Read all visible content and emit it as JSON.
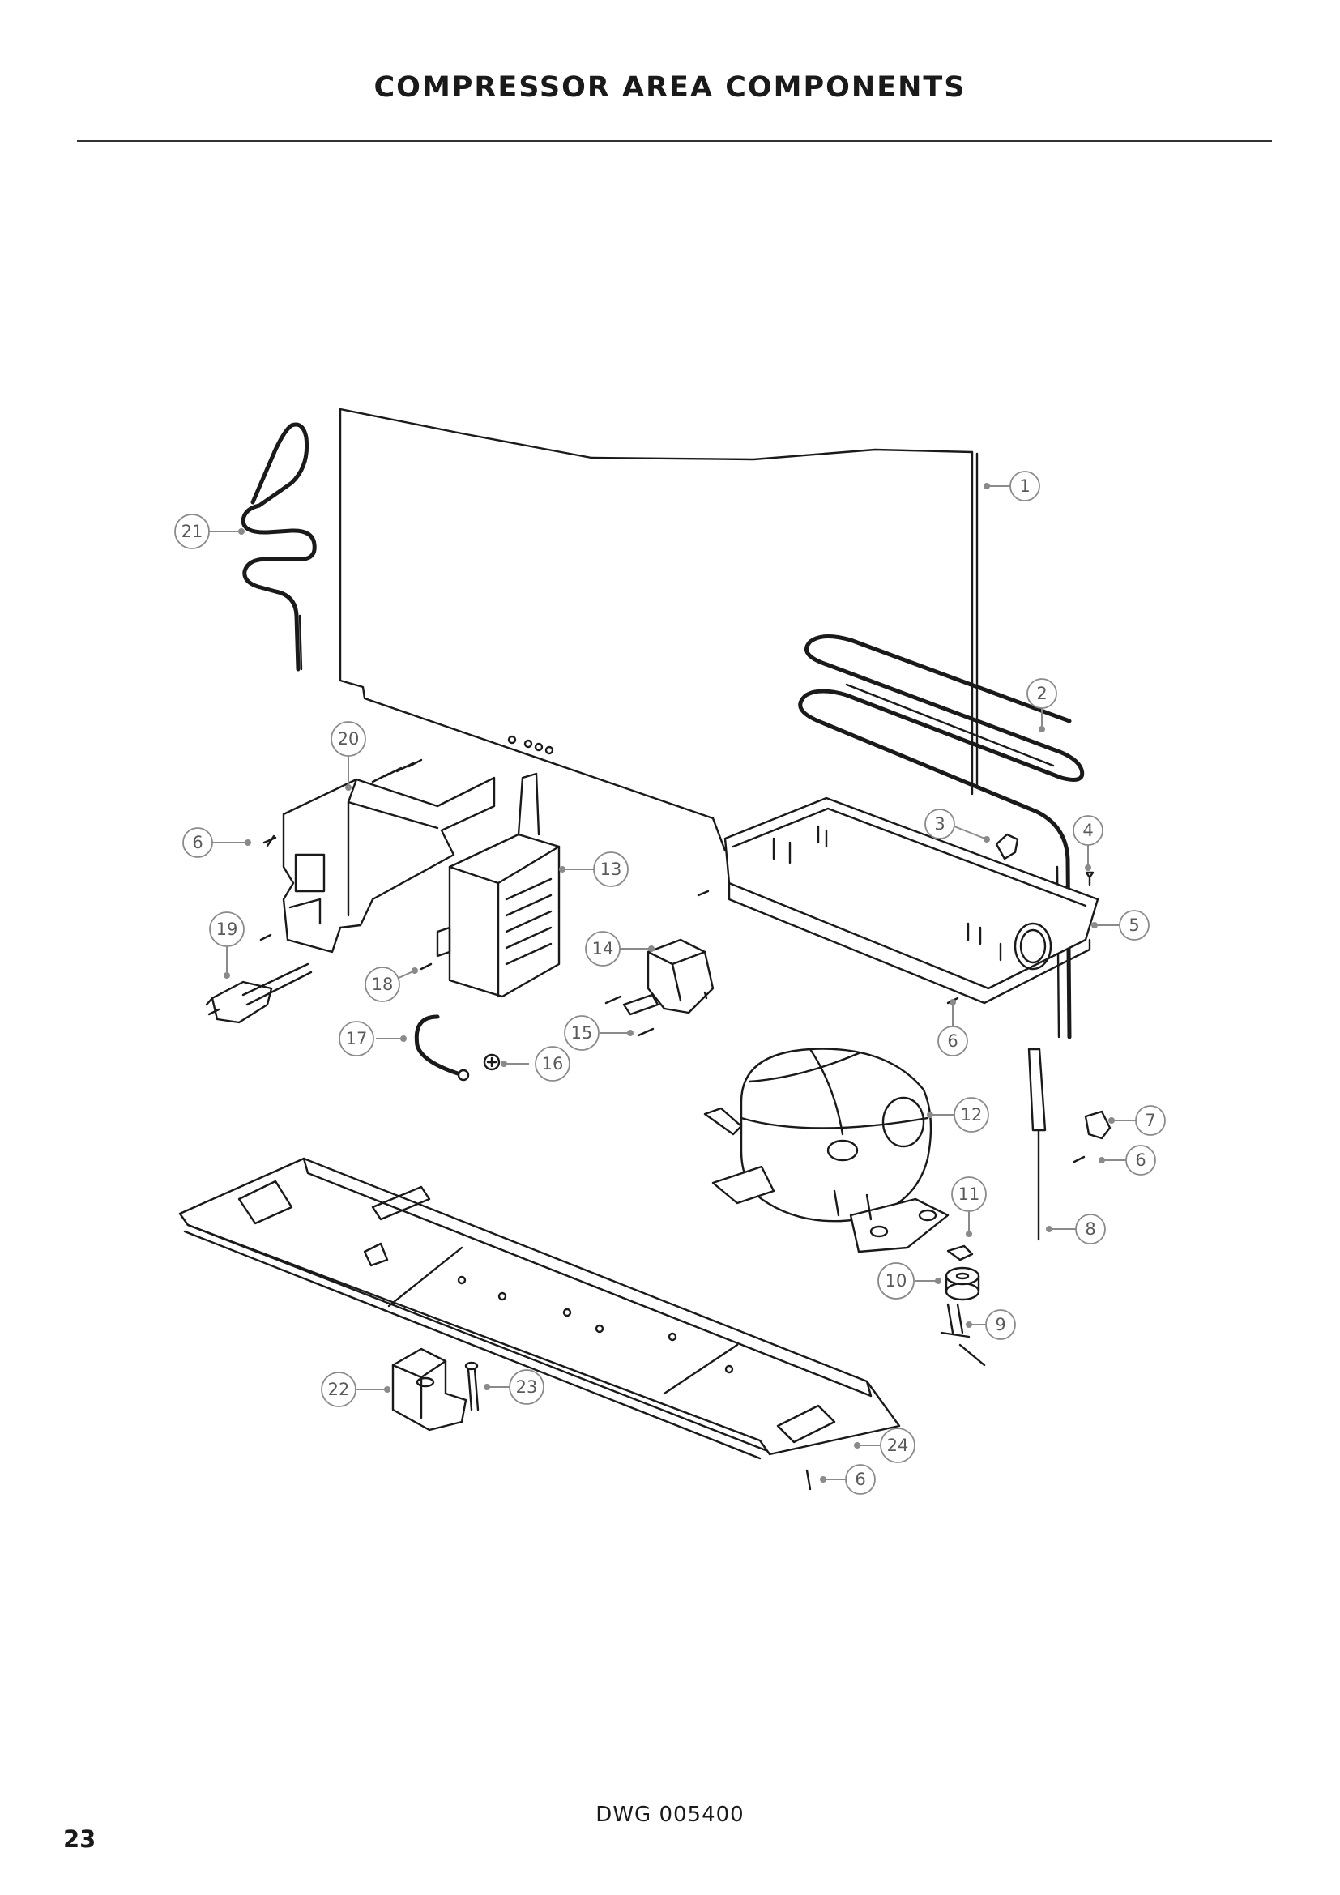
{
  "page": {
    "title": "COMPRESSOR AREA COMPONENTS",
    "drawing_number": "DWG 005400",
    "page_number": "23"
  },
  "callouts": [
    {
      "id": "c1",
      "label": "1"
    },
    {
      "id": "c2",
      "label": "2"
    },
    {
      "id": "c3",
      "label": "3"
    },
    {
      "id": "c4",
      "label": "4"
    },
    {
      "id": "c5",
      "label": "5"
    },
    {
      "id": "c6a",
      "label": "6"
    },
    {
      "id": "c6b",
      "label": "6"
    },
    {
      "id": "c6c",
      "label": "6"
    },
    {
      "id": "c6d",
      "label": "6"
    },
    {
      "id": "c7",
      "label": "7"
    },
    {
      "id": "c8",
      "label": "8"
    },
    {
      "id": "c9",
      "label": "9"
    },
    {
      "id": "c10",
      "label": "10"
    },
    {
      "id": "c11",
      "label": "11"
    },
    {
      "id": "c12",
      "label": "12"
    },
    {
      "id": "c13",
      "label": "13"
    },
    {
      "id": "c14",
      "label": "14"
    },
    {
      "id": "c15",
      "label": "15"
    },
    {
      "id": "c16",
      "label": "16"
    },
    {
      "id": "c17",
      "label": "17"
    },
    {
      "id": "c18",
      "label": "18"
    },
    {
      "id": "c19",
      "label": "19"
    },
    {
      "id": "c20",
      "label": "20"
    },
    {
      "id": "c21",
      "label": "21"
    },
    {
      "id": "c22",
      "label": "22"
    },
    {
      "id": "c23",
      "label": "23"
    },
    {
      "id": "c24",
      "label": "24"
    }
  ]
}
